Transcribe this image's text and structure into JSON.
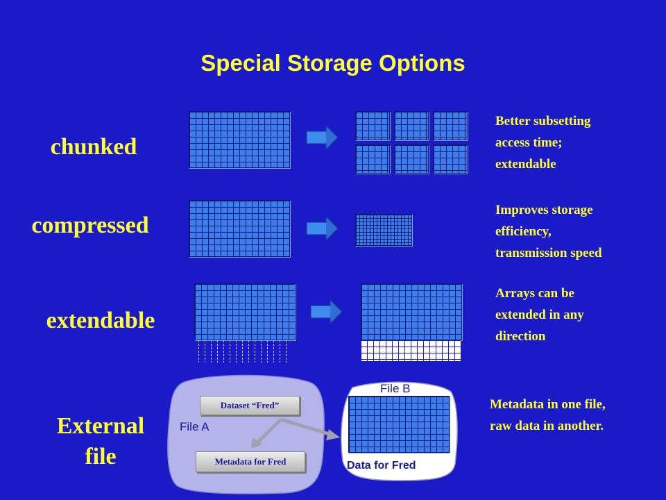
{
  "title": "Special Storage Options",
  "rows": {
    "chunked": {
      "label": "chunked",
      "desc": [
        "Better subsetting",
        "access time;",
        "extendable"
      ]
    },
    "compressed": {
      "label": "compressed",
      "desc": [
        "Improves storage",
        "efficiency,",
        "transmission speed"
      ]
    },
    "extendable": {
      "label": "extendable",
      "desc": [
        "Arrays can be",
        "extended  in any",
        "direction"
      ]
    },
    "external": {
      "label": [
        "External",
        "file"
      ],
      "desc": [
        "Metadata in one file,",
        "raw data in another."
      ],
      "file_a": "File A",
      "file_b": "File B",
      "dataset_box": "Dataset “Fred”",
      "metadata_box": "Metadata for Fred",
      "data_label": "Data for Fred"
    }
  },
  "colors": {
    "background": "#1a1ac8",
    "text": "#ffff33",
    "grid_fill": "#3a7ef0",
    "arrow": "#3f8cf0"
  }
}
